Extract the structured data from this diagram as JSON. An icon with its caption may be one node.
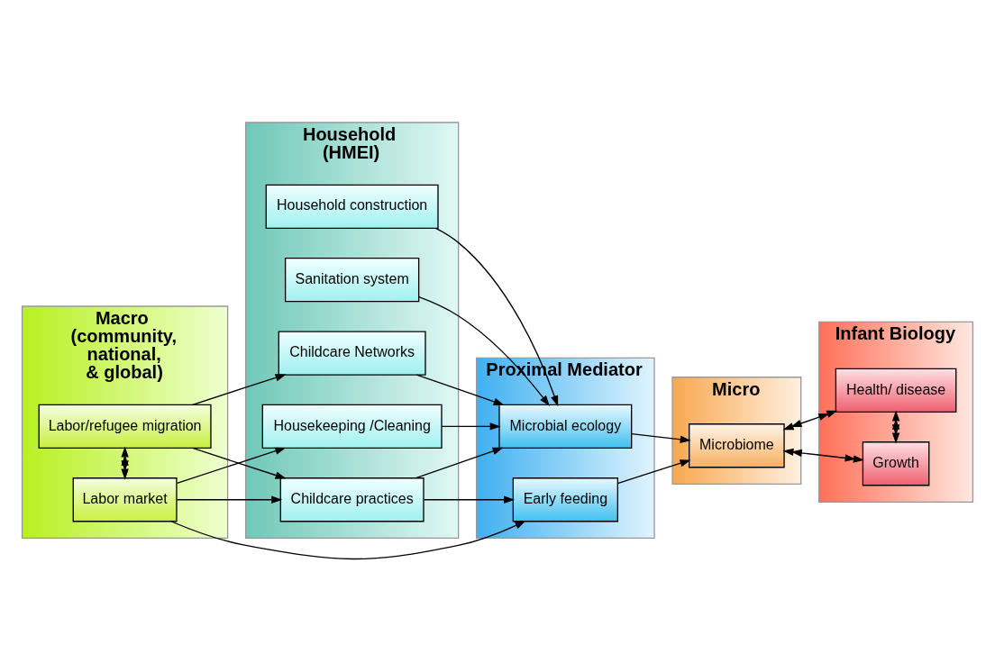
{
  "diagram": {
    "nodes": [
      {
        "text": [
          "Macro (community, national, & global)"
        ]
      },
      {
        "text": [
          "Household (HMEI)"
        ]
      },
      {
        "text": [
          "Proximal Mediator"
        ]
      },
      {
        "text": [
          "Micro"
        ]
      },
      {
        "text": [
          "Infant Biology"
        ]
      },
      {
        "text": [
          "Labor market"
        ],
        "in": 0
      },
      {
        "text": [
          "Labor/refugee migration"
        ],
        "in": 0
      },
      {
        "text": [
          "Housekeeping /Cleaning"
        ],
        "in": 1
      },
      {
        "text": [
          "Childcare practices"
        ],
        "in": 1
      },
      {
        "text": [
          "Childcare Networks"
        ],
        "in": 1
      },
      {
        "text": [
          "Household construction"
        ],
        "in": 1
      },
      {
        "text": [
          "Sanitation system"
        ],
        "in": 1
      },
      {
        "text": [
          "Early feeding"
        ],
        "in": 2
      },
      {
        "text": [
          "Microbial ecology"
        ],
        "in": 2
      },
      {
        "text": [
          "Microbiome"
        ],
        "in": 3
      },
      {
        "text": [
          "Growth"
        ],
        "in": 4
      },
      {
        "text": [
          "Health/ disease"
        ],
        "in": 4
      }
    ],
    "edges": [
      {
        "from": 5,
        "to": 12,
        "arrow": "to"
      },
      {
        "from": 5,
        "to": 7,
        "arrow": "to"
      },
      {
        "from": 5,
        "to": 8,
        "arrow": "to"
      },
      {
        "from": 5,
        "to": 6,
        "arrow": "both"
      },
      {
        "from": 6,
        "to": 8,
        "arrow": "to"
      },
      {
        "from": 6,
        "to": 9,
        "arrow": "to"
      },
      {
        "from": 7,
        "to": 13,
        "arrow": "to"
      },
      {
        "from": 8,
        "to": 12,
        "arrow": "to"
      },
      {
        "from": 8,
        "to": 13,
        "arrow": "to"
      },
      {
        "from": 9,
        "to": 13,
        "arrow": "to"
      },
      {
        "from": 10,
        "to": 13,
        "arrow": "to"
      },
      {
        "from": 11,
        "to": 13,
        "arrow": "to"
      },
      {
        "from": 12,
        "to": 14,
        "arrow": "to"
      },
      {
        "from": 13,
        "to": 14,
        "arrow": "to"
      },
      {
        "from": 14,
        "to": 15,
        "arrow": "both"
      },
      {
        "from": 14,
        "to": 16,
        "arrow": "both"
      },
      {
        "from": 15,
        "to": 16,
        "arrow": "both"
      }
    ]
  }
}
